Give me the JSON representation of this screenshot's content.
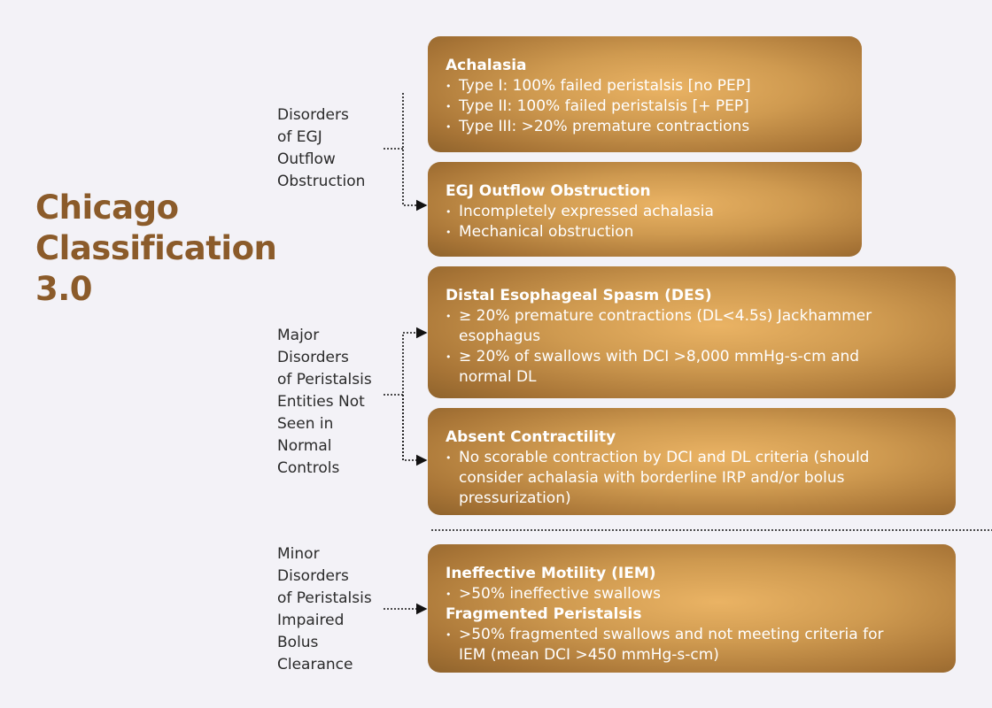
{
  "title": [
    "Chicago",
    "Classification",
    "3.0"
  ],
  "groups": [
    {
      "label": [
        "Disorders",
        "of EGJ",
        "Outflow",
        "Obstruction"
      ]
    },
    {
      "label": [
        "Major",
        "Disorders",
        "of Peristalsis",
        "Entities Not",
        "Seen in",
        "Normal",
        "Controls"
      ]
    },
    {
      "label": [
        "Minor",
        "Disorders",
        "of Peristalsis",
        "Impaired",
        "Bolus",
        "Clearance"
      ]
    }
  ],
  "boxes": [
    {
      "heading": "Achalasia",
      "items": [
        "Type I:  100% failed peristalsis [no PEP]",
        "Type II: 100% failed peristalsis [+ PEP]",
        "Type III: >20% premature contractions"
      ]
    },
    {
      "heading": "EGJ Outflow Obstruction",
      "items": [
        "Incompletely expressed achalasia",
        "Mechanical obstruction"
      ]
    },
    {
      "heading": "Distal Esophageal Spasm (DES)",
      "items": [
        "≥ 20% premature contractions (DL<4.5s) Jackhammer esophagus",
        "≥ 20% of swallows with DCI >8,000 mmHg-s-cm and normal DL"
      ]
    },
    {
      "heading": "Absent Contractility",
      "items": [
        "No scorable contraction by DCI and DL criteria (should consider achalasia with borderline IRP and/or bolus pressurization)"
      ]
    },
    {
      "heading": "Ineffective Motility (IEM)",
      "items": [
        ">50% ineffective swallows"
      ],
      "heading2": "Fragmented Peristalsis",
      "items2": [
        ">50% fragmented swallows and not meeting criteria for IEM (mean DCI >450 mmHg-s-cm)"
      ]
    }
  ],
  "colors": {
    "title": "#8b5b2a",
    "box_edge": "#8f632c",
    "box_center": "#eab364",
    "background": "#f3f2f7"
  }
}
